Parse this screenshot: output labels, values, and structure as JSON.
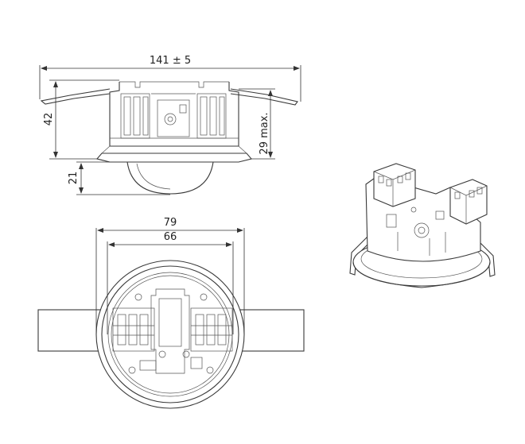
{
  "dimensions": {
    "overall_width": "141 ± 5",
    "height_total": "42",
    "height_max": "29 max.",
    "dome_height": "21",
    "outer_diameter": "79",
    "inner_diameter": "66"
  }
}
